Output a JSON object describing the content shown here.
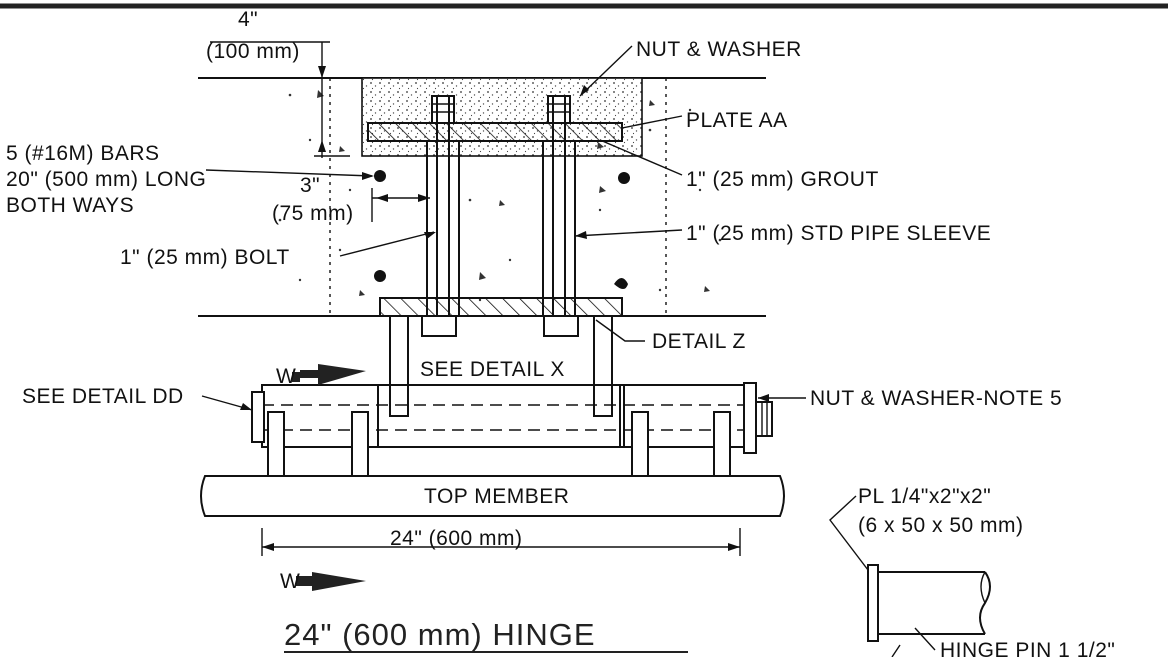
{
  "labels": {
    "dim_4in": "4\"",
    "dim_100mm": "(100 mm)",
    "nut_washer": "NUT & WASHER",
    "plate_aa": "PLATE AA",
    "bars_1": "5 (#16M) BARS",
    "bars_2": "20\" (500 mm) LONG",
    "bars_3": "BOTH WAYS",
    "dim_3in": "3\"",
    "dim_75mm": "(75 mm)",
    "grout": "1\" (25 mm) GROUT",
    "bolt": "1\" (25 mm) BOLT",
    "pipe_sleeve": "1\" (25 mm) STD PIPE SLEEVE",
    "detail_z": "DETAIL Z",
    "see_detail_x": "SEE DETAIL X",
    "see_detail_dd": "SEE DETAIL DD",
    "nut_washer_note5": "NUT & WASHER-NOTE 5",
    "top_member": "TOP MEMBER",
    "dim_24in": "24\" (600 mm)",
    "pl_1": "PL 1/4\"x2\"x2\"",
    "pl_2": "(6 x 50 x 50 mm)",
    "hinge_pin": "HINGE PIN 1 1/2\"",
    "section_w_top": "W",
    "section_w_bottom": "W"
  },
  "title": "24\" (600 mm) HINGE"
}
